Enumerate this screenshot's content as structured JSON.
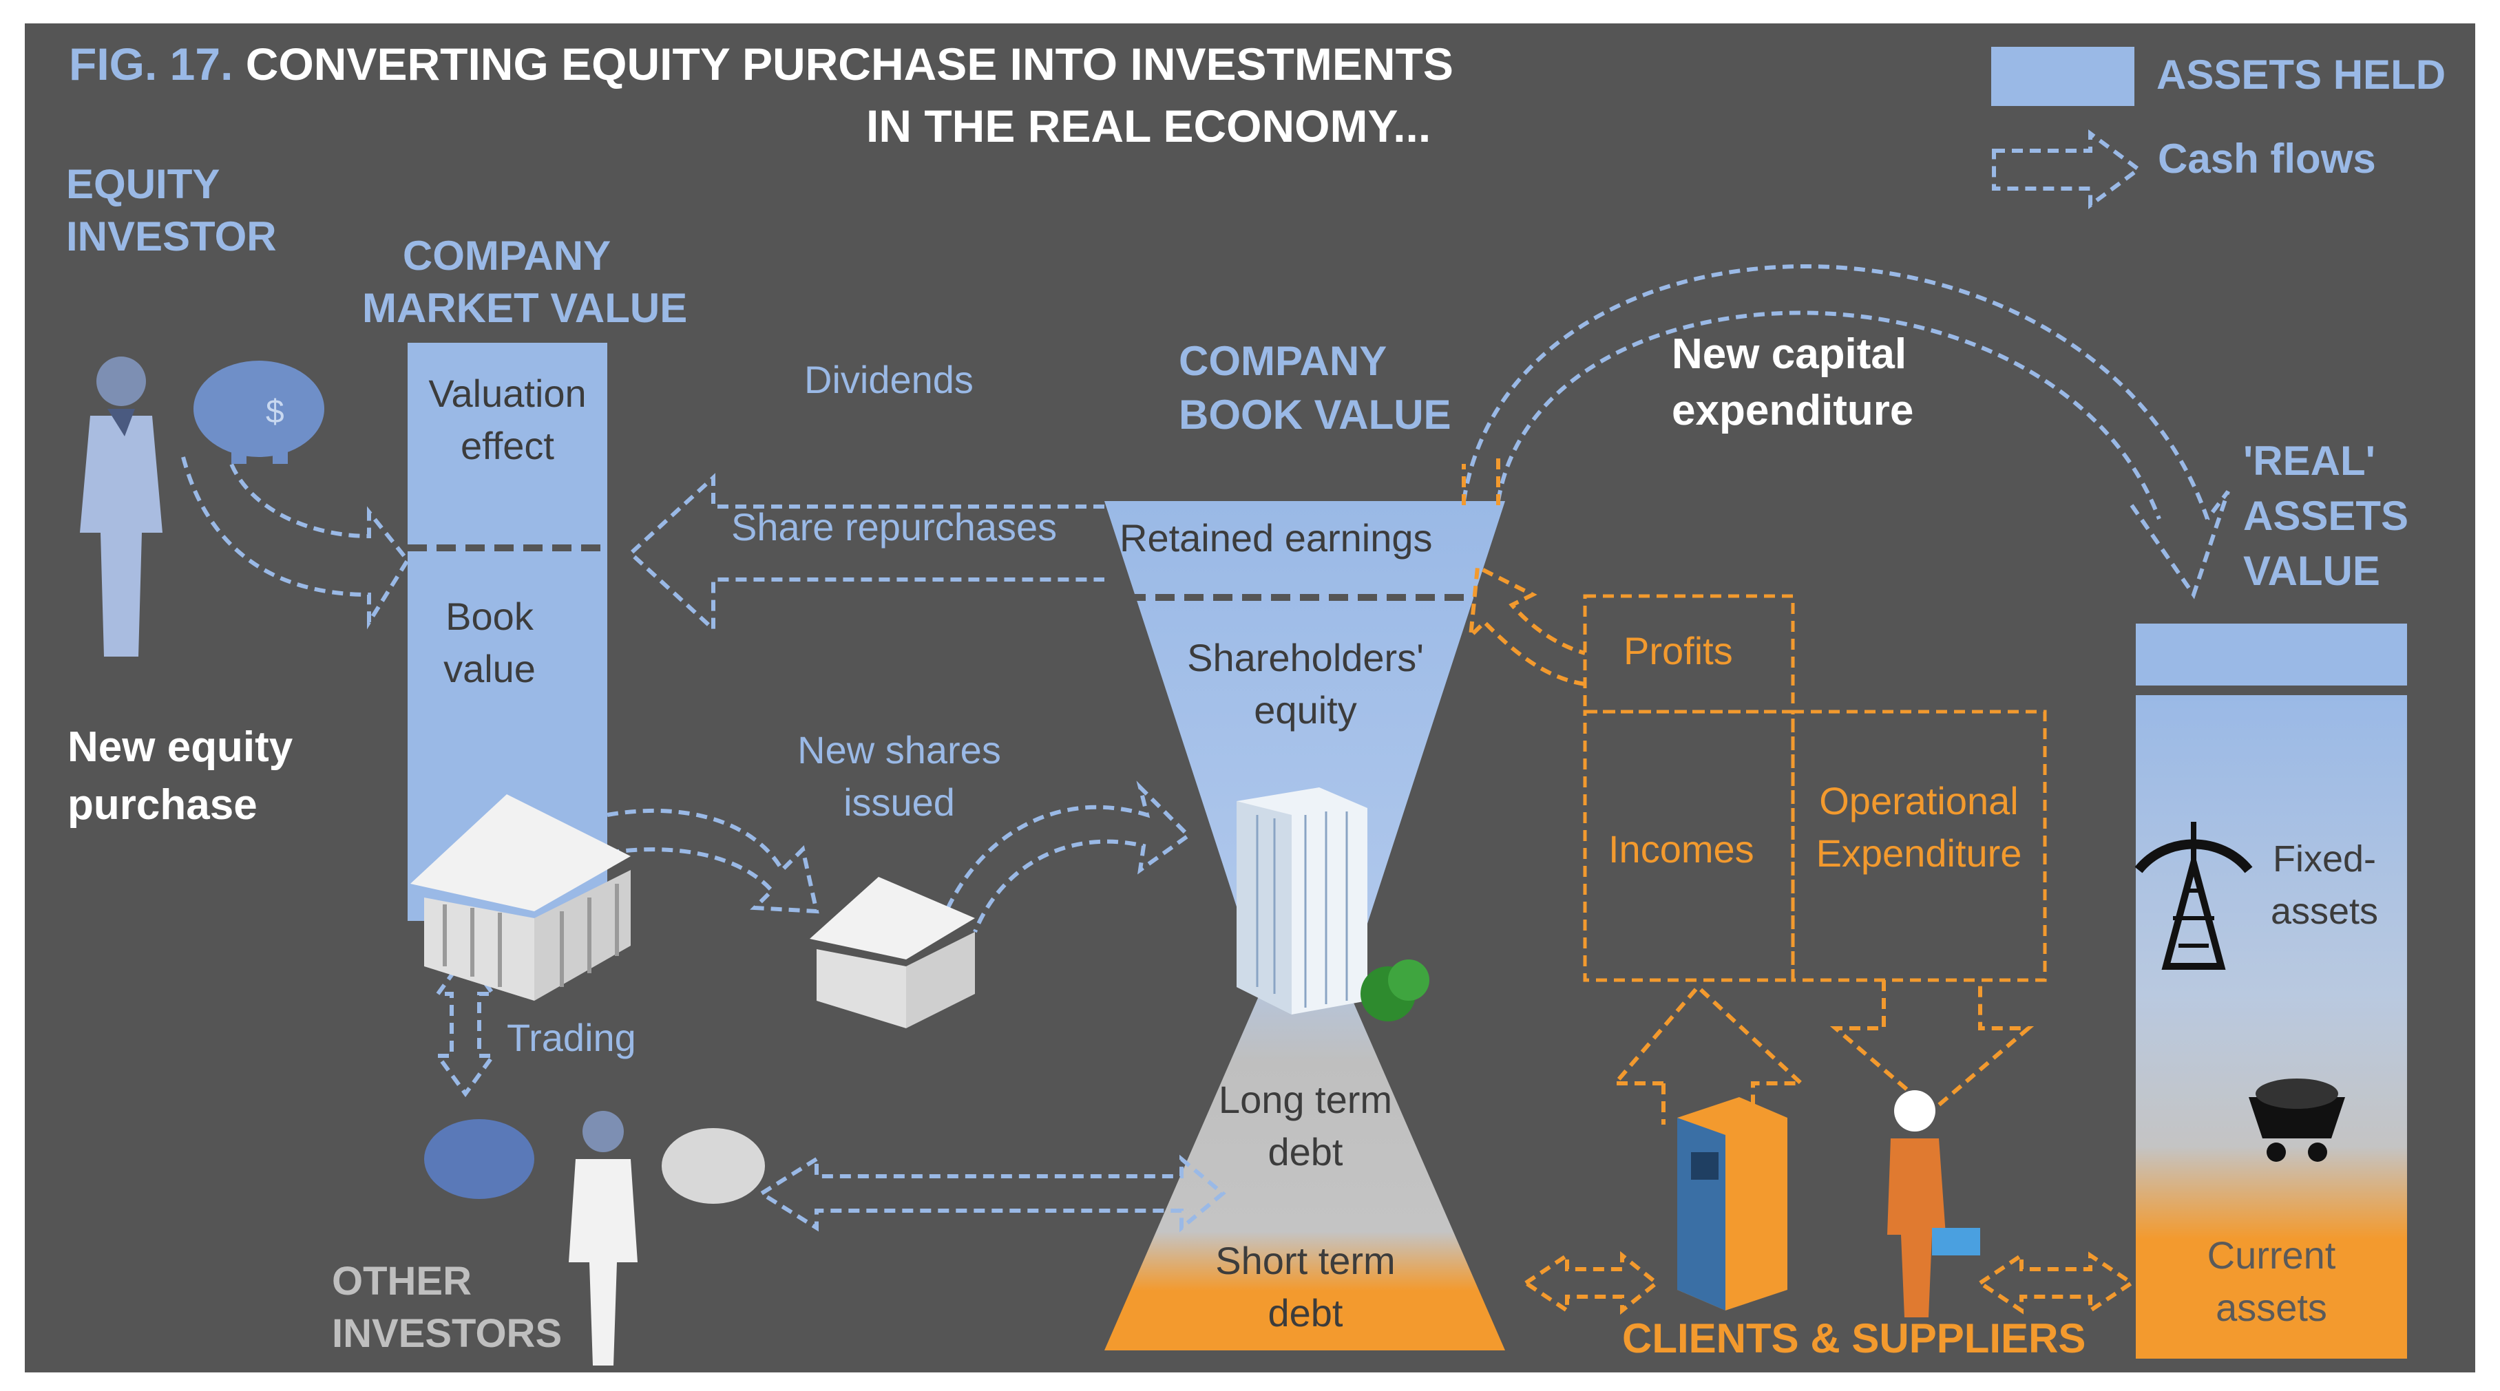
{
  "title": {
    "fig": "FIG. 17.",
    "line1": "CONVERTING EQUITY PURCHASE INTO INVESTMENTS",
    "line2": "IN THE REAL ECONOMY..."
  },
  "legend": {
    "assets_held": "ASSETS HELD",
    "cash_flows": "Cash flows"
  },
  "equity_investor": {
    "line1": "EQUITY",
    "line2": "INVESTOR"
  },
  "new_equity_purchase": {
    "line1": "New equity",
    "line2": "purchase"
  },
  "company_market_value": {
    "line1": "COMPANY",
    "line2": "MARKET VALUE",
    "valuation_effect": [
      "Valuation",
      "effect"
    ],
    "book_value": [
      "Book",
      "value"
    ]
  },
  "flows": {
    "dividends": "Dividends",
    "share_repurchases": "Share repurchases",
    "new_shares_issued": [
      "New shares",
      "issued"
    ],
    "trading": "Trading"
  },
  "other_investors": {
    "line1": "OTHER",
    "line2": "INVESTORS"
  },
  "company_book_value": {
    "line1": "COMPANY",
    "line2": "BOOK VALUE",
    "retained_earnings": "Retained earnings",
    "shareholders_equity": [
      "Shareholders'",
      "equity"
    ],
    "long_term_debt": [
      "Long term",
      "debt"
    ],
    "short_term_debt": [
      "Short term",
      "debt"
    ]
  },
  "new_capital_expenditure": [
    "New capital",
    "expenditure"
  ],
  "real_assets_value": [
    "'REAL'",
    "ASSETS",
    "VALUE"
  ],
  "operations": {
    "profits": "Profits",
    "incomes": "Incomes",
    "operational_expenditure": [
      "Operational",
      "Expenditure"
    ]
  },
  "real_assets": {
    "fixed_assets": [
      "Fixed-",
      "assets"
    ],
    "current_assets": [
      "Current",
      "assets"
    ]
  },
  "clients_suppliers": "CLIENTS & SUPPLIERS",
  "colors": {
    "background": "#555555",
    "asset_blue": "#9ab9e6",
    "orange": "#f39a2e",
    "grey_fill": "#bfbfbf",
    "text_white": "#ffffff"
  },
  "icons": [
    "person-icon",
    "piggy-bank-icon",
    "bank-building-icon",
    "office-tower-icon",
    "fuel-pump-icon",
    "worker-icon",
    "oil-derrick-icon",
    "mine-cart-icon"
  ]
}
